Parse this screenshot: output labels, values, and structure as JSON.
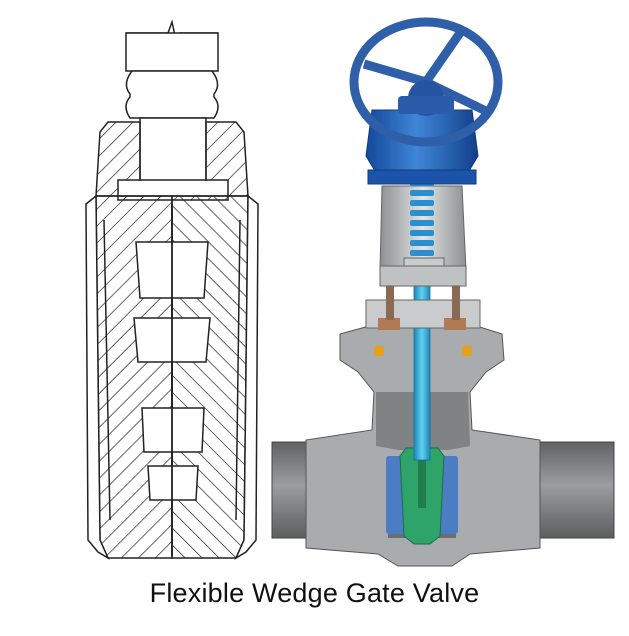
{
  "caption": "Flexible Wedge Gate Valve",
  "colors": {
    "line_art": "#222222",
    "handwheel_blue": "#2f5fa8",
    "bonnet_blue": "#1f5cb3",
    "stem_blue": "#3ab2dc",
    "body_gray": "#a9acae",
    "pipe_gray": "#7f8384",
    "wedge_green": "#2ea46a",
    "seat_blue": "#4c7cc4",
    "gasket_orange": "#e6a020"
  },
  "figures": [
    {
      "name": "wedge-cross-section-drawing"
    },
    {
      "name": "gate-valve-cutaway-illustration"
    }
  ]
}
